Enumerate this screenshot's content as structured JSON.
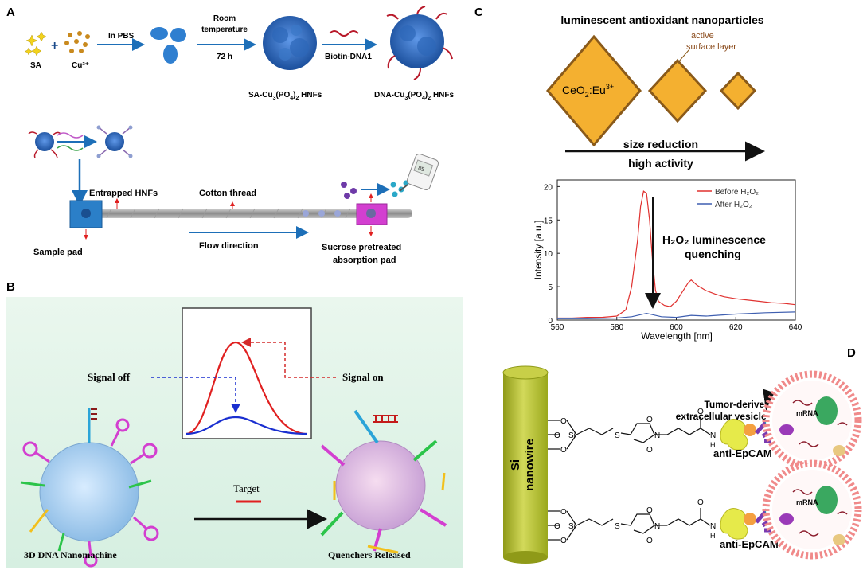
{
  "panels": {
    "A": {
      "letter": "A",
      "sa_label": "SA",
      "cu_label": "Cu²⁺",
      "in_pbs": "In PBS",
      "room_temp_1": "Room",
      "room_temp_2": "temperature",
      "hours": "72 h",
      "biotin_dna": "Biotin-DNA1",
      "sa_hnf_pre": "SA-Cu",
      "sa_hnf_sub3": "3",
      "sa_hnf_mid": "(PO",
      "sa_hnf_sub4": "4",
      "sa_hnf_post": ")",
      "sa_hnf_sub2": "2",
      "sa_hnf_tail": " HNFs",
      "dna_hnf_pre": "DNA-Cu",
      "entrapped": "Entrapped HNFs",
      "cotton": "Cotton thread",
      "sample_pad": "Sample pad",
      "flow": "Flow direction",
      "sucrose_1": "Sucrose pretreated",
      "sucrose_2": "absorption pad",
      "meter_value": "85"
    },
    "B": {
      "letter": "B",
      "signal_off": "Signal off",
      "signal_on": "Signal on",
      "target": "Target",
      "nanomachine": "3D DNA Nanomachine",
      "quenchers": "Quenchers Released"
    },
    "C": {
      "letter": "C",
      "title": "luminescent antioxidant nanoparticles",
      "active_1": "active",
      "active_2": "surface layer",
      "ceo2_pre": "CeO",
      "ceo2_sub": "2",
      "ceo2_mid": ":Eu",
      "ceo2_sup": "3+",
      "size_reduction": "size reduction",
      "high_activity": "high activity",
      "legend_before": "Before H₂O₂",
      "legend_after": "After H₂O₂",
      "annotation_1": "H₂O₂ luminescence",
      "annotation_2": "quenching",
      "color_before": "#e0312f",
      "color_after": "#3f5fb0",
      "color_particle": "#f4b030"
    },
    "D": {
      "letter": "D",
      "si_1": "Si",
      "si_2": "nanowire",
      "evs_1": "Tumor-derived",
      "evs_2": "extracellular vesicles (EVs)",
      "anti_epcam": "anti-EpCAM",
      "mrna": "mRNA",
      "o_label": "O",
      "s_label": "S",
      "n_label": "N",
      "h_label": "H",
      "si_atom": "Si"
    }
  },
  "chart_data": {
    "type": "line",
    "xlabel": "Wavelength [nm]",
    "ylabel": "Intensity [a.u.]",
    "xlim": [
      560,
      640
    ],
    "ylim": [
      0,
      21
    ],
    "x_ticks": [
      "560",
      "580",
      "600",
      "620",
      "640"
    ],
    "y_ticks": [
      "0",
      "5",
      "10",
      "15",
      "20"
    ],
    "legend_position": "top-right",
    "series": [
      {
        "name": "Before H₂O₂",
        "color": "#e0312f",
        "x": [
          560,
          565,
          570,
          575,
          580,
          583,
          585,
          587,
          588,
          589,
          590,
          591,
          592,
          593,
          594,
          596,
          598,
          600,
          602,
          604,
          605,
          607,
          610,
          613,
          616,
          620,
          624,
          628,
          632,
          636,
          640
        ],
        "y": [
          0.3,
          0.3,
          0.4,
          0.4,
          0.6,
          1.5,
          5.0,
          12.0,
          17.0,
          19.3,
          19.0,
          15.0,
          9.0,
          4.5,
          2.8,
          2.2,
          2.0,
          2.8,
          4.2,
          5.6,
          6.0,
          5.2,
          4.4,
          3.9,
          3.5,
          3.2,
          3.0,
          2.8,
          2.6,
          2.5,
          2.3
        ]
      },
      {
        "name": "After H₂O₂",
        "color": "#3f5fb0",
        "x": [
          560,
          570,
          580,
          585,
          590,
          595,
          600,
          605,
          610,
          620,
          630,
          640
        ],
        "y": [
          0.2,
          0.2,
          0.3,
          0.5,
          1.0,
          0.5,
          0.4,
          0.7,
          0.6,
          0.9,
          1.1,
          1.2
        ]
      }
    ]
  }
}
